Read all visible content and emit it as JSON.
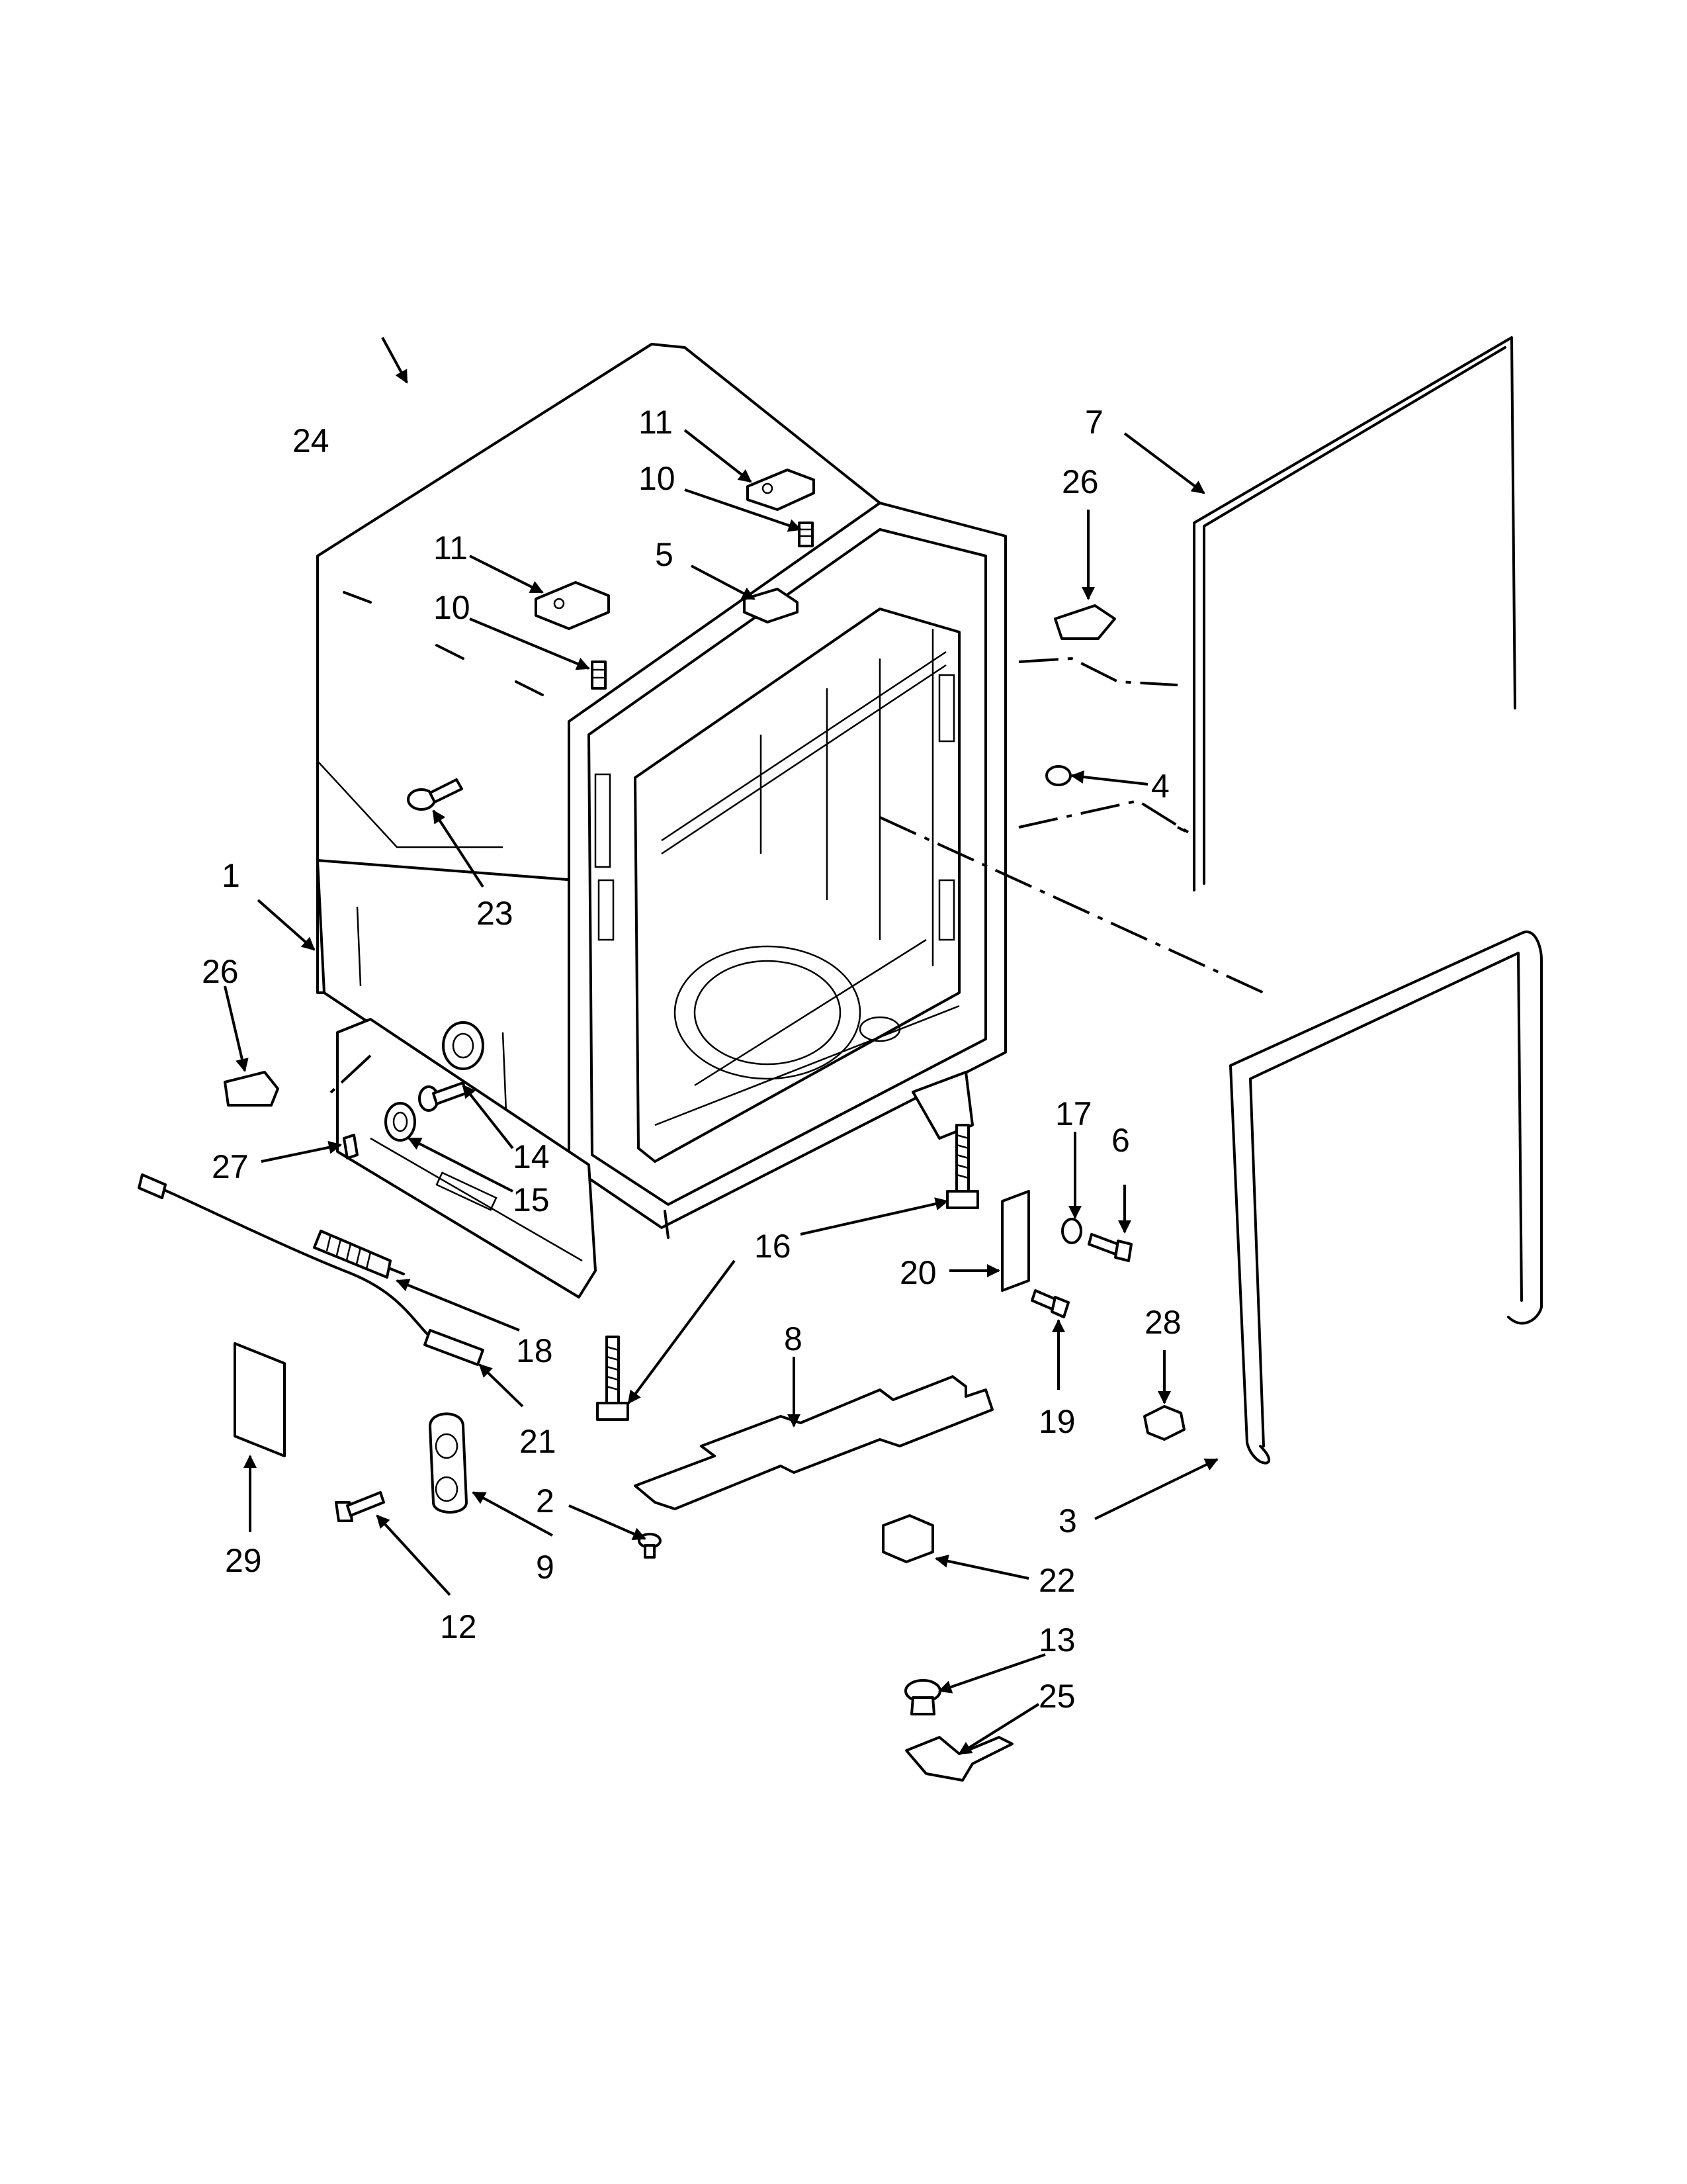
{
  "callouts": {
    "c1": "1",
    "c2": "2",
    "c3": "3",
    "c4": "4",
    "c5": "5",
    "c6": "6",
    "c7": "7",
    "c8": "8",
    "c9": "9",
    "c10a": "10",
    "c10b": "10",
    "c11a": "11",
    "c11b": "11",
    "c12": "12",
    "c13": "13",
    "c14": "14",
    "c15": "15",
    "c16": "16",
    "c17": "17",
    "c18": "18",
    "c19": "19",
    "c20": "20",
    "c21": "21",
    "c22": "22",
    "c23": "23",
    "c24": "24",
    "c25": "25",
    "c26a": "26",
    "c26b": "26",
    "c27": "27",
    "c28": "28",
    "c29": "29"
  }
}
